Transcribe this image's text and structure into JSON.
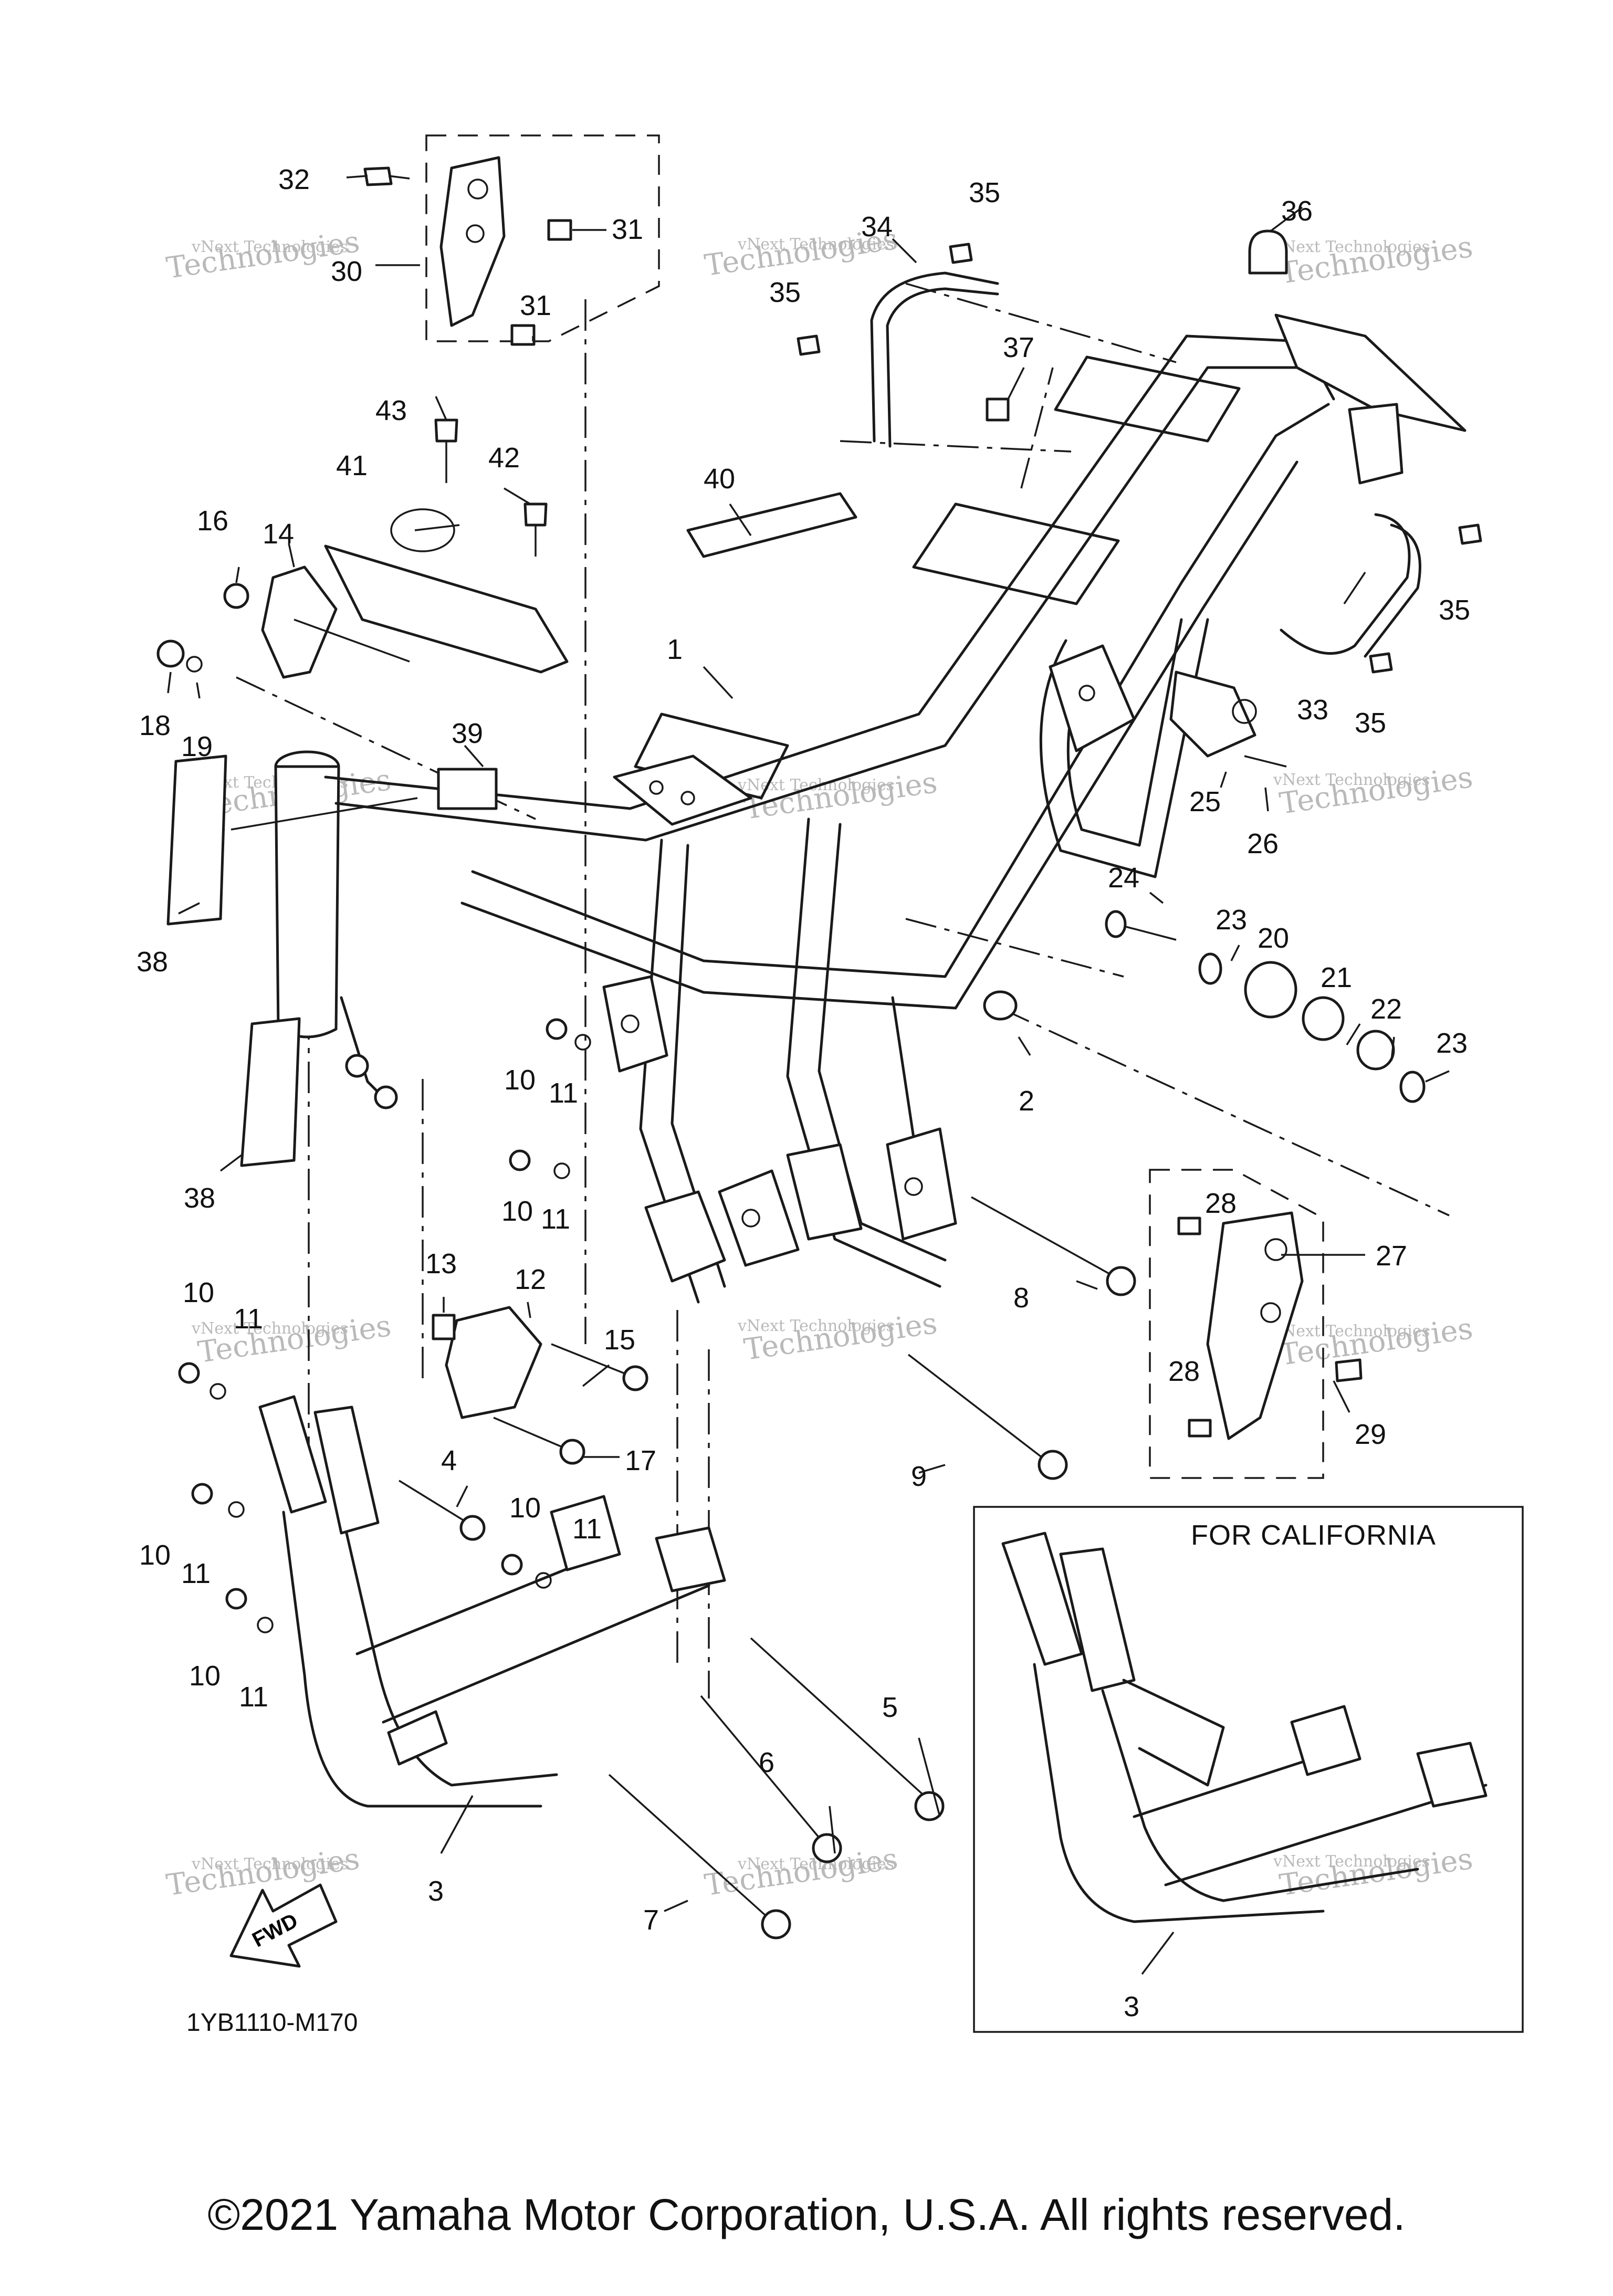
{
  "diagram_code": "1YB1110-M170",
  "inset_label": "FOR CALIFORNIA",
  "direction_label": "FWD",
  "watermark_line1": "vNext Technologies",
  "watermark_line2": "Technologies",
  "copyright": "©2021 Yamaha Motor Corporation, U.S.A. All rights reserved.",
  "callouts": {
    "n1": "1",
    "n2": "2",
    "n3": "3",
    "n3b": "3",
    "n4": "4",
    "n5": "5",
    "n6": "6",
    "n7": "7",
    "n8": "8",
    "n9": "9",
    "n10a": "10",
    "n10b": "10",
    "n10c": "10",
    "n10d": "10",
    "n10e": "10",
    "n10f": "10",
    "n11a": "11",
    "n11b": "11",
    "n11c": "11",
    "n11d": "11",
    "n11e": "11",
    "n11f": "11",
    "n12": "12",
    "n13": "13",
    "n14": "14",
    "n15": "15",
    "n16": "16",
    "n17": "17",
    "n18": "18",
    "n19": "19",
    "n20": "20",
    "n21": "21",
    "n22": "22",
    "n23a": "23",
    "n23b": "23",
    "n24": "24",
    "n25": "25",
    "n26": "26",
    "n27": "27",
    "n28a": "28",
    "n28b": "28",
    "n29": "29",
    "n30": "30",
    "n31a": "31",
    "n31b": "31",
    "n32": "32",
    "n33": "33",
    "n34": "34",
    "n35a": "35",
    "n35b": "35",
    "n35c": "35",
    "n35d": "35",
    "n36": "36",
    "n37": "37",
    "n38a": "38",
    "n38b": "38",
    "n39": "39",
    "n40": "40",
    "n41": "41",
    "n42": "42",
    "n43": "43"
  }
}
